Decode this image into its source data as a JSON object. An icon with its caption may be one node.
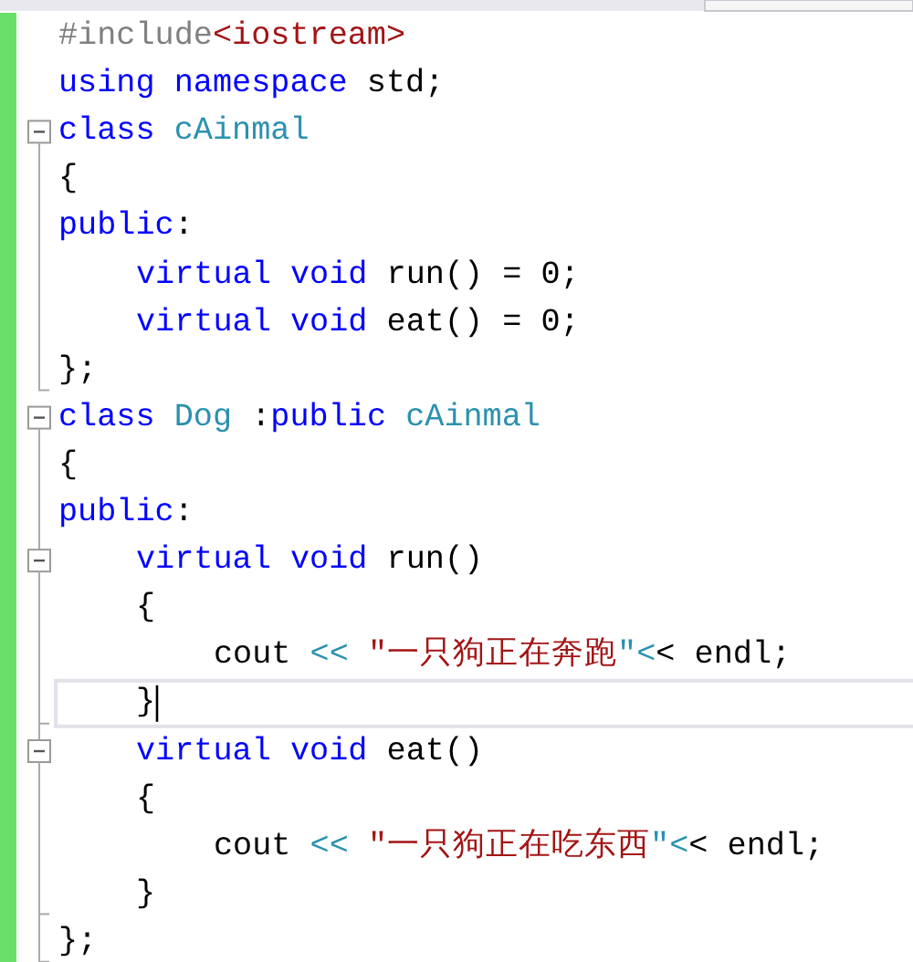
{
  "diagram": {
    "labels": [
      "#include<iostream>",
      "using namespace std;",
      "class cAinmal",
      "{",
      "public:",
      "virtual void run() = 0;",
      "virtual void eat() = 0;",
      "};",
      "class Dog :public cAinmal",
      "{",
      "public:",
      "virtual void run()",
      "{",
      "cout << \"一只狗正在奔跑\"<< endl;",
      "}",
      "virtual void eat()",
      "{",
      "cout << \"一只狗正在吃东西\"<< endl;",
      "}",
      "};"
    ]
  }
}
